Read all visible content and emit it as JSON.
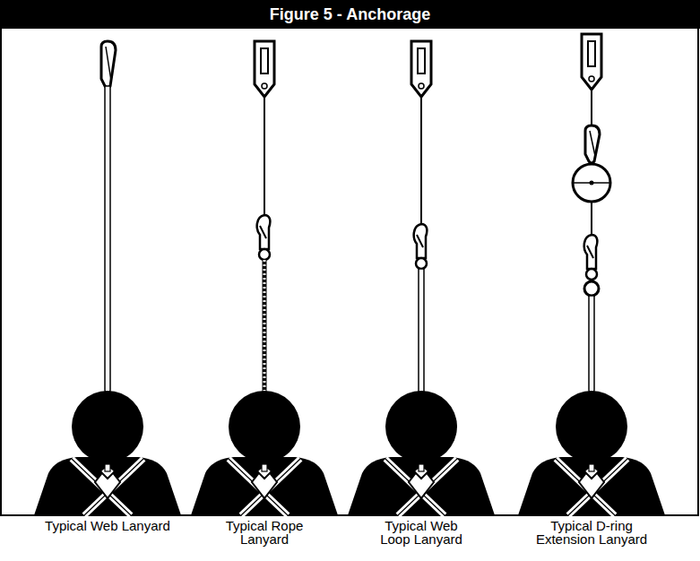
{
  "diagram": {
    "title": "Figure 5 - Anchorage",
    "labels": [
      "Typical Web Lanyard",
      "Typical Rope Lanyard",
      "Typical Web Loop Lanyard",
      "Typical D-ring Extension Lanyard"
    ]
  }
}
